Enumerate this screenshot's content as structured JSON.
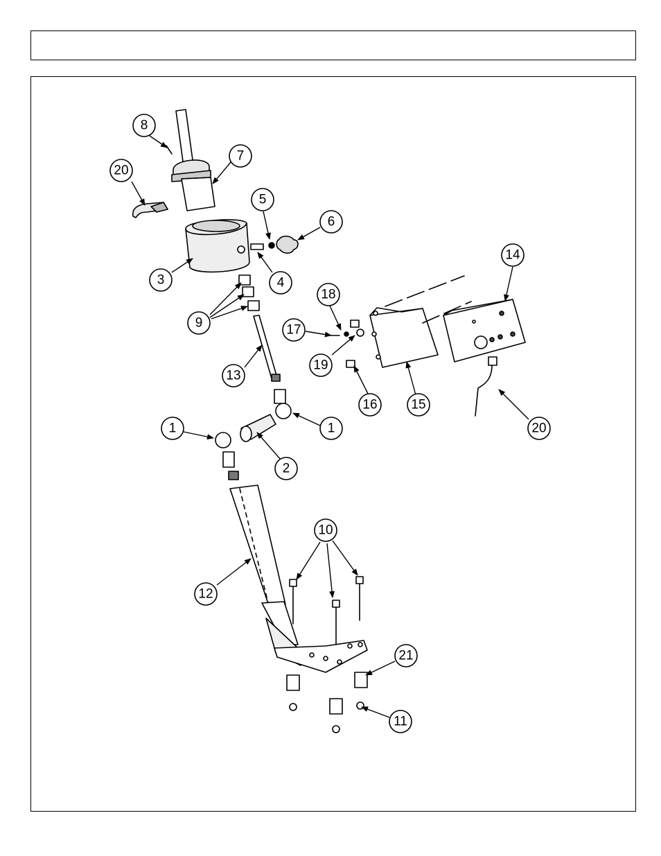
{
  "header": {
    "title": ""
  },
  "diagram": {
    "type": "exploded parts diagram",
    "callouts": [
      "8",
      "7",
      "20",
      "5",
      "6",
      "3",
      "4",
      "9",
      "13",
      "18",
      "17",
      "19",
      "14",
      "16",
      "15",
      "20",
      "1",
      "1",
      "2",
      "10",
      "12",
      "21",
      "11"
    ]
  }
}
